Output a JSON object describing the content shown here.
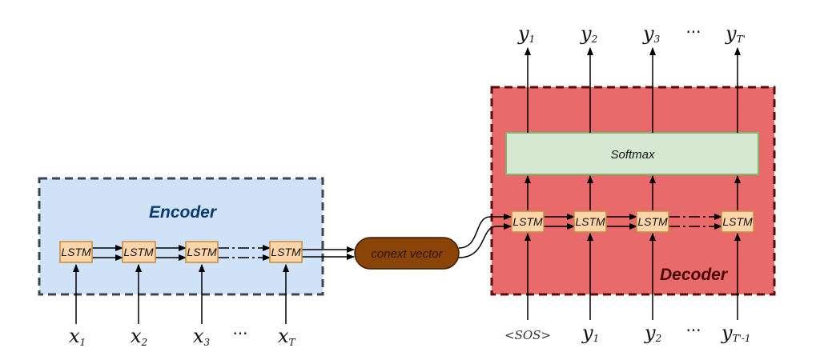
{
  "encoder": {
    "title": "Encoder",
    "cell_label": "LSTM",
    "inputs": [
      {
        "base": "x",
        "sub": "1"
      },
      {
        "base": "x",
        "sub": "2"
      },
      {
        "base": "x",
        "sub": "3"
      },
      {
        "base": "x",
        "sub": "T"
      }
    ],
    "ellipsis": "···"
  },
  "context": {
    "label": "conext vector"
  },
  "decoder": {
    "title": "Decoder",
    "cell_label": "LSTM",
    "softmax_label": "Softmax",
    "inputs": [
      {
        "base": "<SOS>",
        "sub": ""
      },
      {
        "base": "y",
        "sub": "1"
      },
      {
        "base": "y",
        "sub": "2"
      },
      {
        "base": "y",
        "sub": "T'-1"
      }
    ],
    "outputs": [
      {
        "base": "y",
        "sub": "1"
      },
      {
        "base": "y",
        "sub": "2"
      },
      {
        "base": "y",
        "sub": "3"
      },
      {
        "base": "y",
        "sub": "T'"
      }
    ],
    "ellipsis": "···"
  },
  "colors": {
    "encoder_fill": "#cfe2f8",
    "encoder_border": "#3d4550",
    "encoder_title": "#0b3a70",
    "decoder_fill": "#e96a6a",
    "decoder_border": "#5c0a0a",
    "decoder_title": "#4a0505",
    "lstm_fill": "#fcd6a8",
    "lstm_border": "#c98a3a",
    "softmax_fill": "#d6e8d2",
    "softmax_border": "#7fb86f",
    "context_fill": "#8a4408",
    "context_border": "#3b1d03"
  }
}
